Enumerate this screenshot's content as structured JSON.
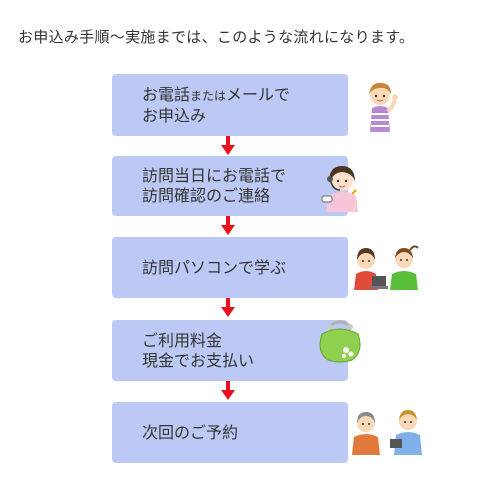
{
  "heading": "お申込み手順〜実施までは、このような流れになります。",
  "steps": [
    {
      "line1_a": "お電話",
      "line1_small": "または",
      "line1_b": "メールで",
      "line2": "お申込み"
    },
    {
      "line1": "訪問当日にお電話で",
      "line2": "訪問確認のご連絡"
    },
    {
      "line1": "訪問パソコンで学ぶ"
    },
    {
      "line1": "ご利用料金",
      "line2": "現金でお支払い"
    },
    {
      "line1": "次回のご予約"
    }
  ],
  "colors": {
    "step_bg": "#bcc9f5",
    "arrow": "#e8101c",
    "text": "#333333"
  },
  "illustrations": [
    "waving-woman-icon",
    "telephone-operator-icon",
    "couple-with-laptop-icon",
    "green-coin-purse-icon",
    "instructor-and-student-icon"
  ]
}
